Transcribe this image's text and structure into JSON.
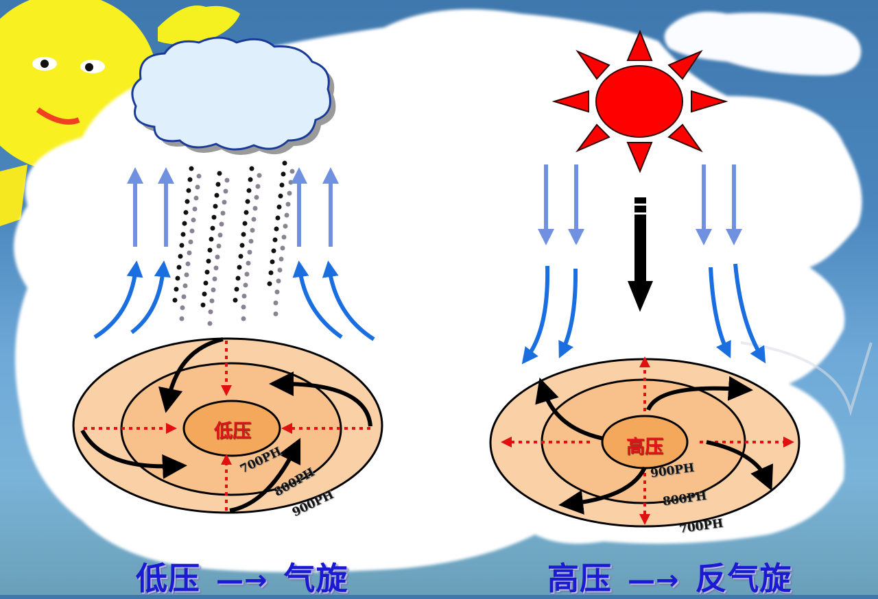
{
  "diagram": {
    "left_panel": {
      "title_prefix": "低压",
      "title_arrow": "—→",
      "title_suffix": "气旋",
      "center_label": "低压",
      "isobars": [
        "700PH",
        "800PH",
        "900PH"
      ],
      "weather_icon": "rain-cloud",
      "airflow": "rising",
      "rotation": "counterclockwise-inflow"
    },
    "right_panel": {
      "title_prefix": "高压",
      "title_arrow": "—→",
      "title_suffix": "反气旋",
      "center_label": "高压",
      "isobars": [
        "900PH",
        "800PH",
        "700PH"
      ],
      "weather_icon": "sun",
      "airflow": "sinking",
      "rotation": "clockwise-outflow"
    },
    "colors": {
      "sky": "#4a86bd",
      "cloud": "#ffffff",
      "pressure_fill_outer": "#f9c997",
      "pressure_fill_inner": "#f5b06a",
      "arrow_light_blue": "#7090e0",
      "arrow_blue": "#1a6ee0",
      "dotted_arrow_red": "#e01010",
      "title_blue": "#1a1ad0",
      "sun_red": "#ff0000",
      "cartoon_sun_yellow": "#f5f020"
    }
  }
}
